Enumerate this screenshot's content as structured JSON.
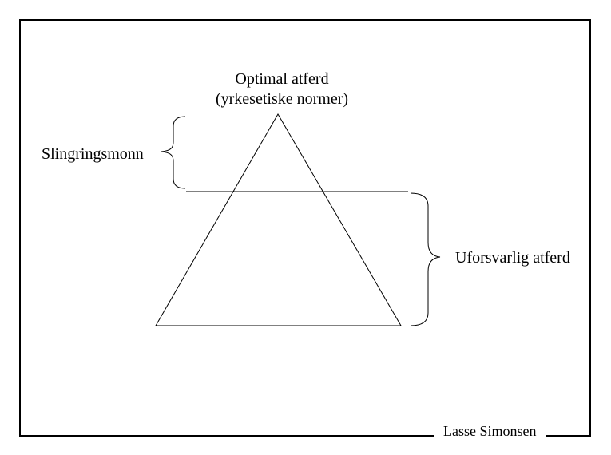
{
  "slide": {
    "background_color": "#ffffff",
    "line_color": "#000000",
    "border_color": "#000000",
    "title_line1": "Optimal atferd",
    "title_line2": "(yrkesetiske normer)",
    "left_annotation": "Slingringsmonn",
    "right_annotation": "Uforsvarlig atferd",
    "footer": "Lasse Simonsen",
    "shapes": {
      "triangle": "isosceles-triangle-outline",
      "threshold_line": "horizontal-line-crossing-triangle",
      "left_brace": "curly-brace-pointing-left",
      "right_brace": "curly-brace-pointing-right"
    }
  }
}
